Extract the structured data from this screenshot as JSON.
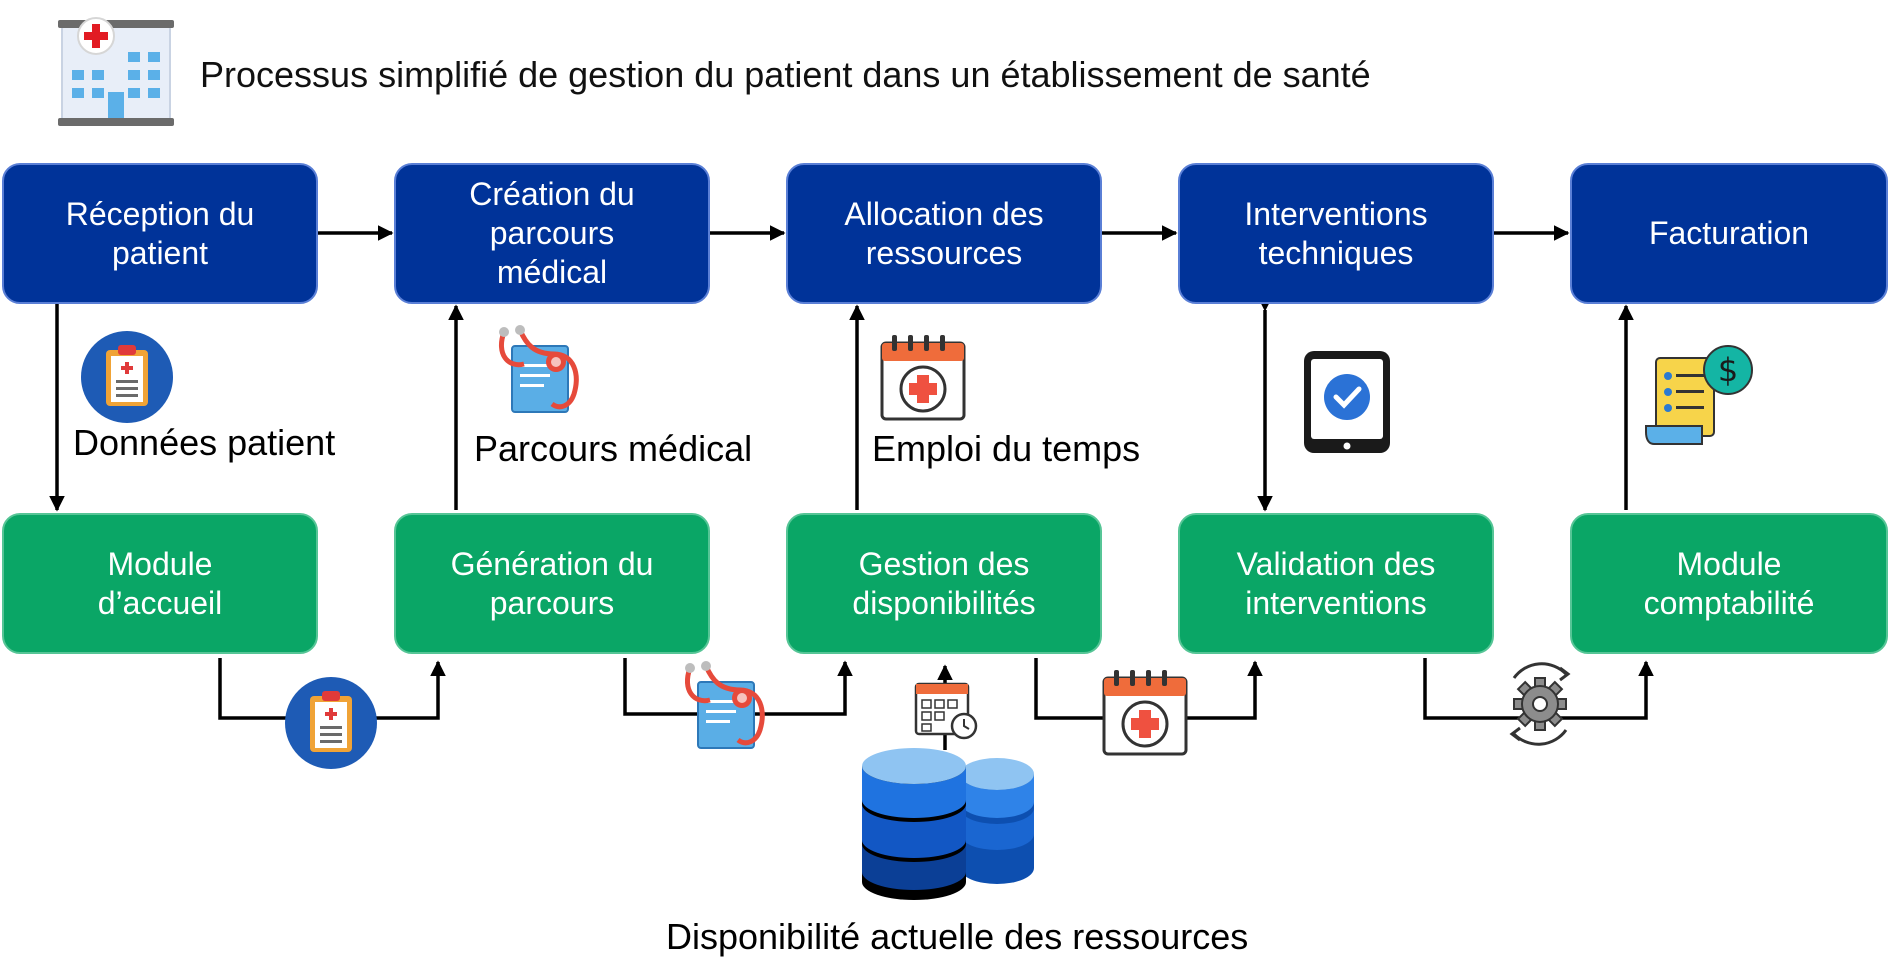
{
  "title": "Processus simplifié de gestion du patient dans un établissement de santé",
  "top_row": [
    {
      "label": "Réception du\npatient"
    },
    {
      "label": "Création du\nparcours\nmédical"
    },
    {
      "label": "Allocation des\nressources"
    },
    {
      "label": "Interventions\ntechniques"
    },
    {
      "label": "Facturation"
    }
  ],
  "bottom_row": [
    {
      "label": "Module\nd’accueil"
    },
    {
      "label": "Génération du\nparcours"
    },
    {
      "label": "Gestion des\ndisponibilités"
    },
    {
      "label": "Validation des\ninterventions"
    },
    {
      "label": "Module\ncomptabilité"
    }
  ],
  "flow_labels": {
    "patient_data": "Données patient",
    "medical_path": "Parcours médical",
    "schedule": "Emploi du temps"
  },
  "database_label": "Disponibilité actuelle des ressources",
  "colors": {
    "top_box": "#003399",
    "bottom_box": "#0aa666",
    "arrow": "#000000"
  },
  "icons": [
    "hospital-icon",
    "clipboard-icon",
    "medical-record-icon",
    "calendar-icon",
    "tablet-check-icon",
    "invoice-icon",
    "database-icon",
    "gear-icon"
  ]
}
